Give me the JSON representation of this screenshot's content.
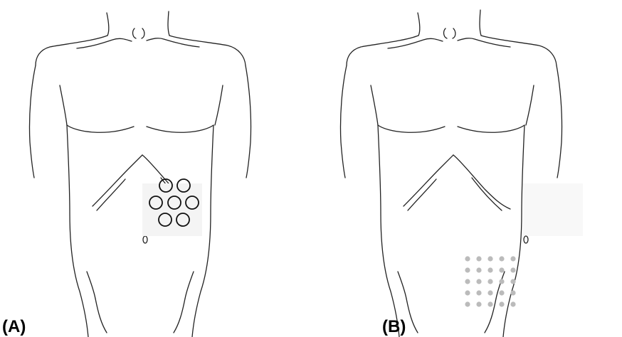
{
  "panels": [
    {
      "label": "(A)",
      "marker_style": "rings",
      "ring_count": 7
    },
    {
      "label": "(B)",
      "marker_style": "dot-grid",
      "dot_rows": 5,
      "dot_cols": 5
    }
  ],
  "colors": {
    "outline": "#222222",
    "rings": "#111111",
    "dots": "#bbbbbb",
    "patch": "#f8f8f8"
  }
}
